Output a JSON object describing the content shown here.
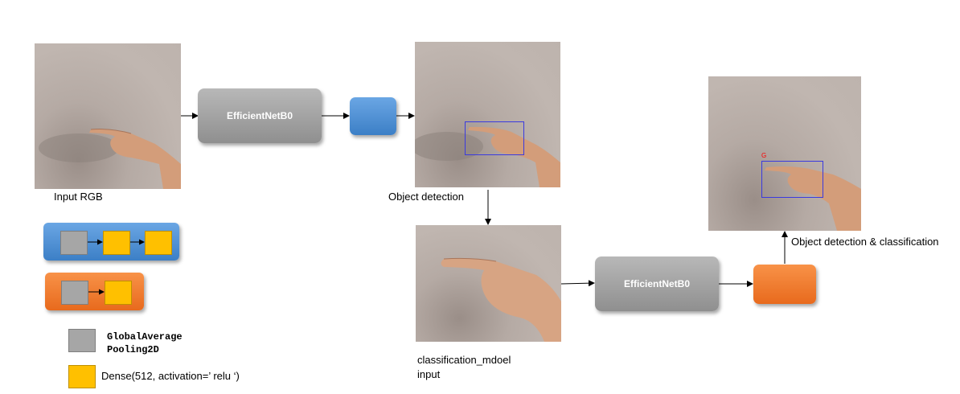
{
  "nodes": {
    "backbone_1": "EfficientNetB0",
    "backbone_2": "EfficientNetB0"
  },
  "labels": {
    "input_rgb": "Input RGB",
    "object_detection": "Object detection",
    "classification_input_line1": "classification_mdoel",
    "classification_input_line2": "input",
    "detection_classification": "Object detection & classification",
    "predicted_class": "G"
  },
  "legend": {
    "gap_line1": "GlobalAverage",
    "gap_line2": "Pooling2D",
    "dense": "Dense(512, activation=’ relu ‘)"
  },
  "colors": {
    "detection_head": "#4a8fd6",
    "classification_head": "#f07b2c",
    "gap_layer": "#a6a6a6",
    "dense_layer": "#ffc000",
    "bounding_box": "#3a3adf",
    "class_label": "#ff0000"
  }
}
